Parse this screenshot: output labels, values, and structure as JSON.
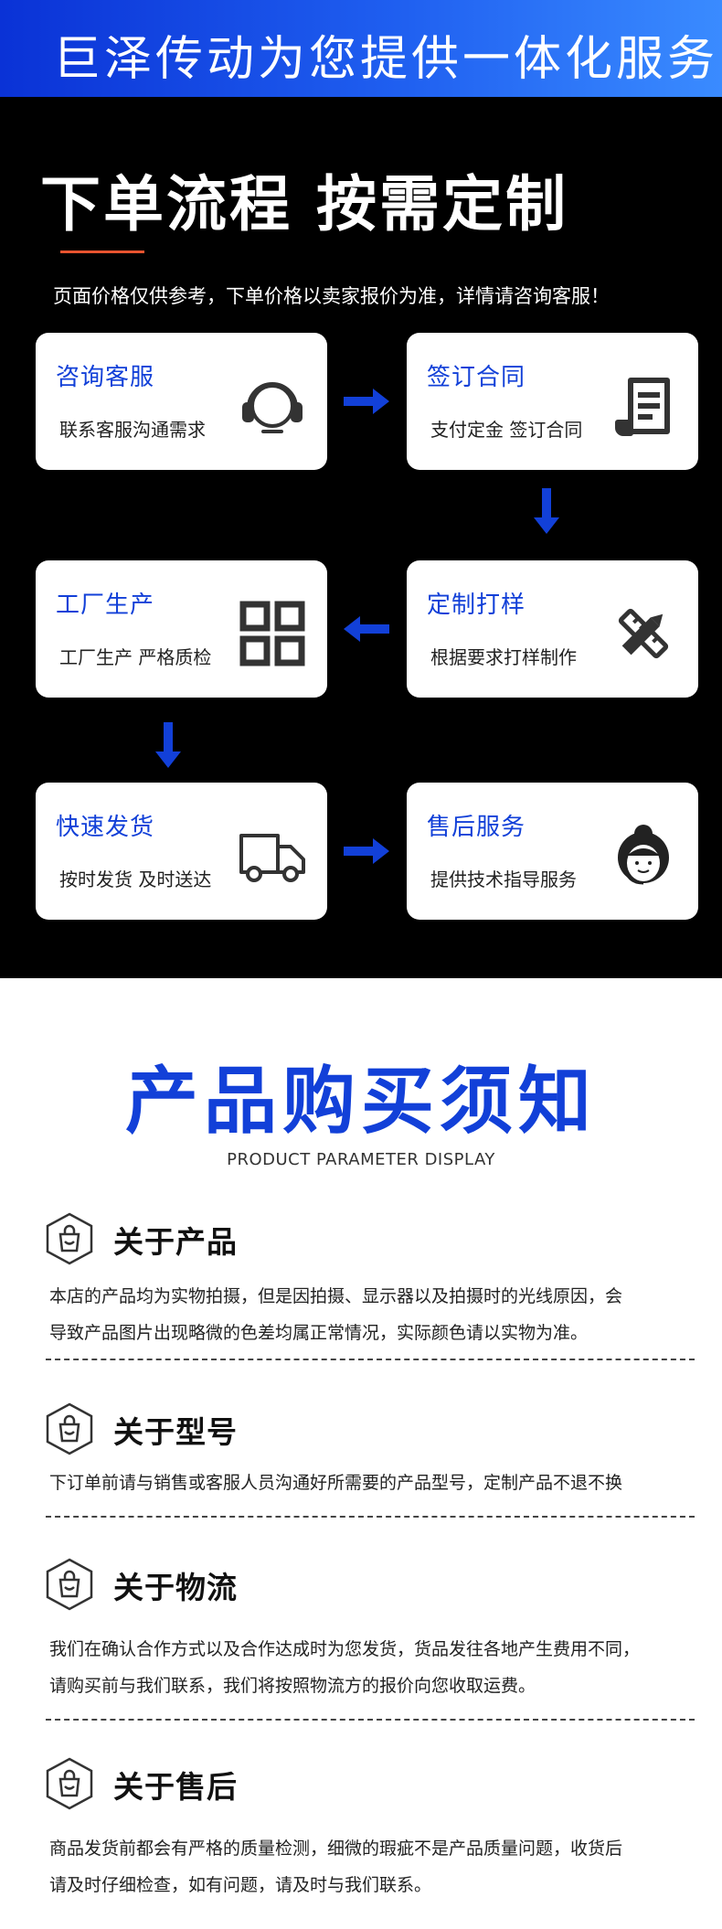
{
  "banner": {
    "title": "巨泽传动为您提供一体化服务"
  },
  "process": {
    "title": "下单流程 按需定制",
    "note": "页面价格仅供参考，下单价格以卖家报价为准，详情请咨询客服！",
    "steps": [
      {
        "title": "咨询客服",
        "desc": "联系客服沟通需求",
        "icon": "headset-icon"
      },
      {
        "title": "签订合同",
        "desc": "支付定金 签订合同",
        "icon": "contract-icon"
      },
      {
        "title": "定制打样",
        "desc": "根据要求打样制作",
        "icon": "pencil-ruler-icon"
      },
      {
        "title": "工厂生产",
        "desc": "工厂生产 严格质检",
        "icon": "grid-icon"
      },
      {
        "title": "快速发货",
        "desc": "按时发货 及时送达",
        "icon": "truck-icon"
      },
      {
        "title": "售后服务",
        "desc": "提供技术指导服务",
        "icon": "service-agent-icon"
      }
    ],
    "accent_color": "#1240d8"
  },
  "notice": {
    "title": "产品购买须知",
    "subtitle": "PRODUCT PARAMETER DISPLAY",
    "sections": [
      {
        "heading": "关于产品",
        "lines": [
          "本店的产品均为实物拍摄，但是因拍摄、显示器以及拍摄时的光线原因，会",
          "导致产品图片出现略微的色差均属正常情况，实际颜色请以实物为准。"
        ]
      },
      {
        "heading": "关于型号",
        "lines": [
          "下订单前请与销售或客服人员沟通好所需要的产品型号，定制产品不退不换"
        ]
      },
      {
        "heading": "关于物流",
        "lines": [
          "我们在确认合作方式以及合作达成时为您发货，货品发往各地产生费用不同，",
          "请购买前与我们联系，我们将按照物流方的报价向您收取运费。"
        ]
      },
      {
        "heading": "关于售后",
        "lines": [
          "商品发货前都会有严格的质量检测，细微的瑕疵不是产品质量问题，收货后",
          "请及时仔细检查，如有问题，请及时与我们联系。"
        ]
      }
    ]
  }
}
